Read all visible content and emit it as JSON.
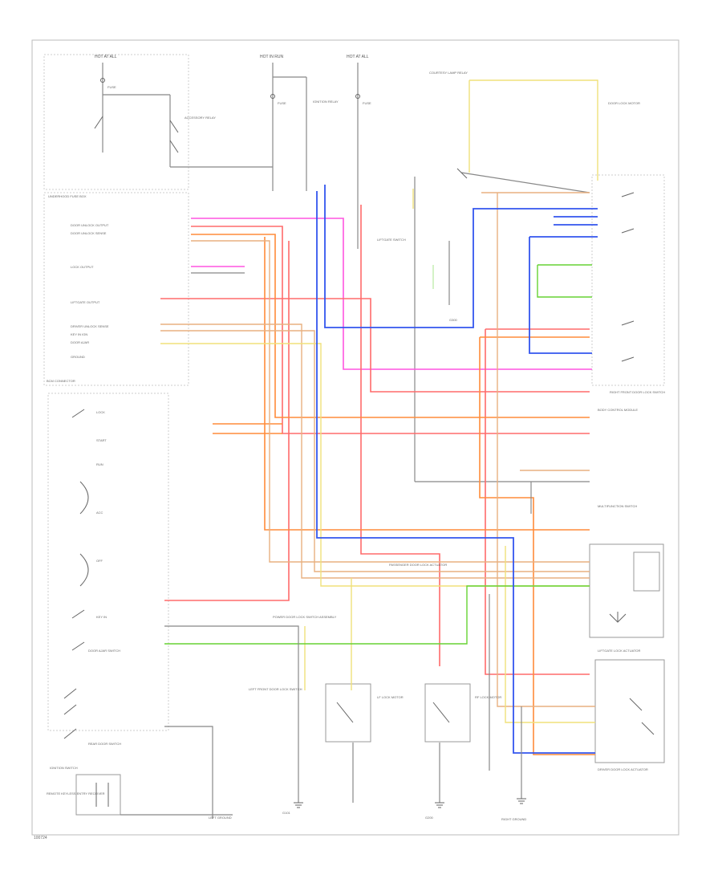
{
  "diagram": {
    "footer_code": "100724",
    "colors": {
      "pink": "#ff55e0",
      "red": "#ff6b6b",
      "orange": "#ff8c3a",
      "peach": "#ffb070",
      "blue": "#3355ee",
      "yellow": "#f0e07a",
      "green": "#66d233",
      "tan": "#e8c890",
      "gray": "#777777",
      "brown": "#9a6a50"
    },
    "labels": {
      "top_fuse_1": "HOT AT ALL",
      "top_fuse_2": "HOT IN RUN",
      "top_fuse_3": "HOT AT ALL",
      "fuse_a": "FUSE",
      "fuse_b": "FUSE",
      "fuse_c": "FUSE",
      "accessory_relay": "ACCESSORY RELAY",
      "ignition_relay": "IGNITION RELAY",
      "fuse_box_label": "UNDERHOOD FUSE BOX",
      "courtesy_lamp": "COURTESY LAMP RELAY",
      "door_lock_motor": "DOOR LOCK MOTOR",
      "body_control_module": "BODY CONTROL MODULE",
      "pin_1": "DOOR UNLOCK OUTPUT",
      "pin_2": "DOOR UNLOCK SENSE",
      "pin_3": "LOCK OUTPUT",
      "pin_4": "LIFTGATE OUTPUT",
      "pin_5": "DRIVER UNLOCK SENSE",
      "pin_6": "KEY IN IGN",
      "pin_7": "DOOR AJAR",
      "pin_8": "GROUND",
      "bcm_box": "BCM CONNECTOR",
      "ignition_switch": "IGNITION SWITCH",
      "lock_label": "LOCK",
      "start_label": "START",
      "run_label": "RUN",
      "acc_label": "ACC",
      "off_label": "OFF",
      "key_in": "KEY IN",
      "door_ajar_sw": "DOOR AJAR SWITCH",
      "liftgate_sw": "LIFTGATE SWITCH",
      "rear_door_sw": "REAR DOOR SWITCH",
      "multifunction_sw": "MULTIFUNCTION SWITCH",
      "remote_receiver": "REMOTE KEYLESS ENTRY RECEIVER",
      "left_ground": "LEFT GROUND",
      "right_ground": "RIGHT GROUND",
      "left_front_door": "LEFT FRONT DOOR LOCK SWITCH",
      "right_front_door": "RIGHT FRONT DOOR LOCK SWITCH",
      "lf_lock_motor": "LF LOCK MOTOR",
      "rf_lock_motor": "RF LOCK MOTOR",
      "liftgate_actuator": "LIFTGATE LOCK ACTUATOR",
      "passenger_unlock": "PASSENGER DOOR LOCK ACTUATOR",
      "driver_unlock": "DRIVER DOOR LOCK ACTUATOR",
      "lock_switch_assy": "POWER DOOR LOCK SWITCH ASSEMBLY",
      "ground_a": "G101",
      "ground_b": "G200",
      "ground_c": "G300"
    }
  }
}
